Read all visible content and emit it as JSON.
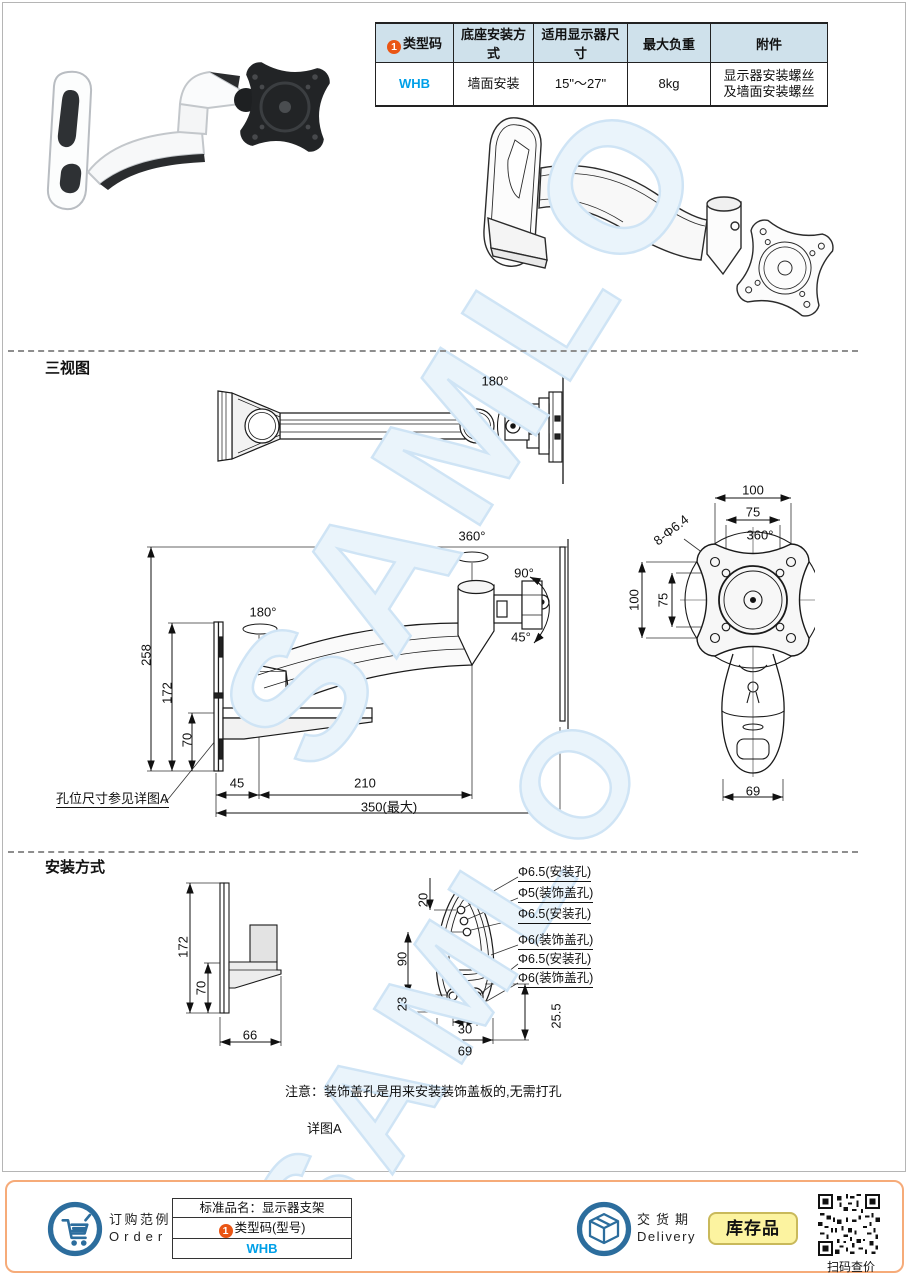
{
  "watermark": "SAMLO",
  "badges": {
    "one": "1"
  },
  "spec_table": {
    "headers": [
      "类型码",
      "底座安装方式",
      "适用显示器尺寸",
      "最大负重",
      "附件"
    ],
    "row": {
      "type_code": "WHB",
      "base_mount": "墙面安装",
      "monitor_size": "15\"～27\"",
      "max_load": "8kg",
      "accessory_line1": "显示器安装螺丝",
      "accessory_line2": "及墙面安装螺丝"
    }
  },
  "sections": {
    "three_view": "三视图",
    "install": "安装方式"
  },
  "angles": {
    "a45": "45°",
    "a90": "90°",
    "a180": "180°",
    "a360": "360°"
  },
  "side_view": {
    "dim_258": "258",
    "dim_172": "172",
    "dim_70": "70",
    "dim_45": "45",
    "dim_210": "210",
    "dim_350": "350(最大)",
    "hole_note": "孔位尺寸参见详图A"
  },
  "front_view": {
    "dim_100_top": "100",
    "dim_75_top": "75",
    "hole_spec": "8-Φ6.4",
    "dim_100_left": "100",
    "dim_75_left": "75",
    "dim_69": "69"
  },
  "install_view": {
    "dim_172": "172",
    "dim_70": "70",
    "dim_66": "66"
  },
  "detail_view": {
    "callouts": [
      "Φ6.5(安装孔)",
      "Φ5(装饰盖孔)",
      "Φ6.5(安装孔)",
      "Φ6(装饰盖孔)",
      "Φ6.5(安装孔)",
      "Φ6(装饰盖孔)"
    ],
    "dim_20": "20",
    "dim_90": "90",
    "dim_23": "23",
    "dim_30": "30",
    "dim_69": "69",
    "dim_25_5": "25.5",
    "note": "注意：装饰盖孔是用来安装装饰盖板的,无需打孔",
    "label": "详图A"
  },
  "footer": {
    "order_cn": "订购范例",
    "order_en": "Order",
    "product_name": "标准品名：显示器支架",
    "type_code_label": "类型码(型号)",
    "type_code_value": "WHB",
    "delivery_cn": "交货期",
    "delivery_en": "Delivery",
    "stock_badge": "库存品",
    "qr_caption": "扫码查价"
  },
  "colors": {
    "accent_blue": "#00a0e8",
    "badge_orange": "#ea5514",
    "icon_blue": "#2c6d9d",
    "table_header_bg": "#cfe1eb",
    "footer_border": "#f6ab79",
    "stock_bg": "#fcf3a0",
    "watermark": "#cfe4f5"
  }
}
